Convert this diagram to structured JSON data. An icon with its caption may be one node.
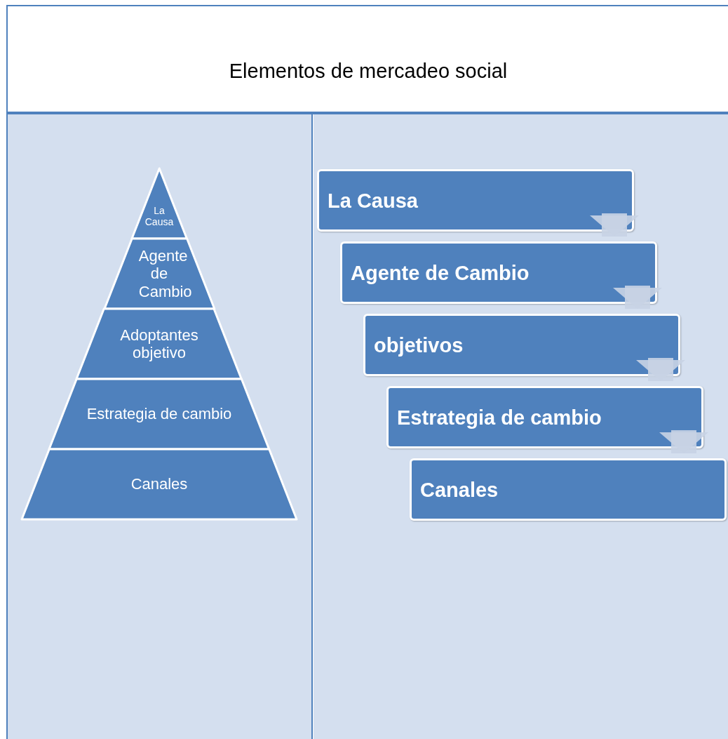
{
  "diagram": {
    "title": "Elementos de mercadeo social",
    "nodes": [
      {
        "text": [
          "La Causa"
        ]
      },
      {
        "text": [
          "Agente de Cambio"
        ]
      },
      {
        "text": [
          "Adoptantes objetivo"
        ]
      },
      {
        "text": [
          "Estrategia de cambio"
        ]
      },
      {
        "text": [
          "Canales"
        ]
      },
      {
        "text": [
          "La Causa"
        ]
      },
      {
        "text": [
          "Agente de Cambio"
        ]
      },
      {
        "text": [
          "objetivos"
        ]
      },
      {
        "text": [
          "Estrategia de cambio"
        ]
      },
      {
        "text": [
          "Canales"
        ]
      }
    ],
    "edges": [
      {
        "from": 5,
        "to": 6,
        "arrow": "to"
      },
      {
        "from": 6,
        "to": 7,
        "arrow": "to"
      },
      {
        "from": 7,
        "to": 8,
        "arrow": "to"
      },
      {
        "from": 8,
        "to": 9,
        "arrow": "to"
      }
    ]
  }
}
